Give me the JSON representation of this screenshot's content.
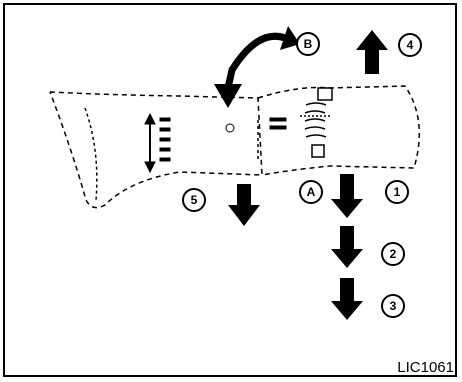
{
  "figure": {
    "id_label": "LIC1061",
    "callouts": {
      "a": "A",
      "b": "B",
      "c1": "1",
      "c2": "2",
      "c3": "3",
      "c4": "4",
      "c5": "5"
    },
    "colors": {
      "ink": "#000000",
      "background": "#ffffff"
    },
    "icons": [
      "arrow-down-icon",
      "arrow-up-icon",
      "curved-arrow-icon"
    ]
  }
}
